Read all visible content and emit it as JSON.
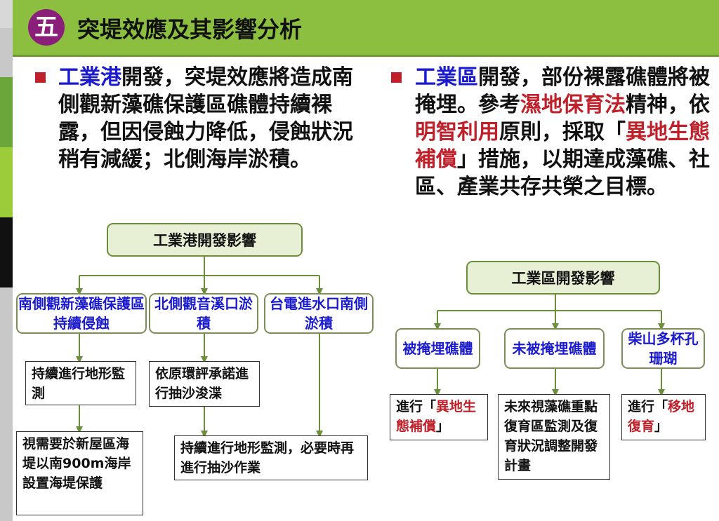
{
  "header": {
    "number": "五",
    "title": "突堤效應及其影響分析"
  },
  "left_para": {
    "seg1": "工業港",
    "seg2": "開發，突堤效應將造成南側觀新藻礁保護區礁體持續裸露，但因侵蝕力降低，侵蝕狀況稍有減緩；北側海岸淤積。"
  },
  "right_para": {
    "seg1": "工業區",
    "seg2": "開發，部份裸露礁體將被掩埋。參考",
    "seg3": "濕地保育法",
    "seg4": "精神，依",
    "seg5": "明智利用",
    "seg6": "原則，採取「",
    "seg7": "異地生態補償",
    "seg8": "」措施，以期達成藻礁、社區、產業共存共榮之目標。"
  },
  "left_chart": {
    "root": "工業港開發影響",
    "branches": [
      {
        "label": "南側觀新藻礁保護區持續侵蝕"
      },
      {
        "label": "北側觀音溪口淤積"
      },
      {
        "label": "台電進水口南側淤積"
      }
    ],
    "actions": {
      "a1": "持續進行地形監測",
      "a2": "視需要於新屋區海堤以南900m海岸設置海堤保護",
      "a3": "依原環評承諾進行抽沙浚渫",
      "a4": "持續進行地形監測，必要時再進行抽沙作業"
    }
  },
  "right_chart": {
    "root": "工業區開發影響",
    "branches": [
      {
        "label": "被掩埋礁體"
      },
      {
        "label": "未被掩埋礁體"
      },
      {
        "label": "柴山多杯孔珊瑚"
      }
    ],
    "actions": {
      "b1_pre": "進行「",
      "b1_red": "異地生態補償",
      "b1_post": "」",
      "b2": "未來視藻礁重點復育區監測及復育狀況調整開發計畫",
      "b3_pre": "進行「",
      "b3_red": "移地復育",
      "b3_post": "」"
    }
  },
  "colors": {
    "header_green": "#8cbf3f",
    "badge_purple": "#8a1f7a",
    "highlight_blue": "#1a1ad0",
    "highlight_red": "#c0202a",
    "box_fill": "#e7f0d4",
    "connector": "#6a8e3a"
  }
}
